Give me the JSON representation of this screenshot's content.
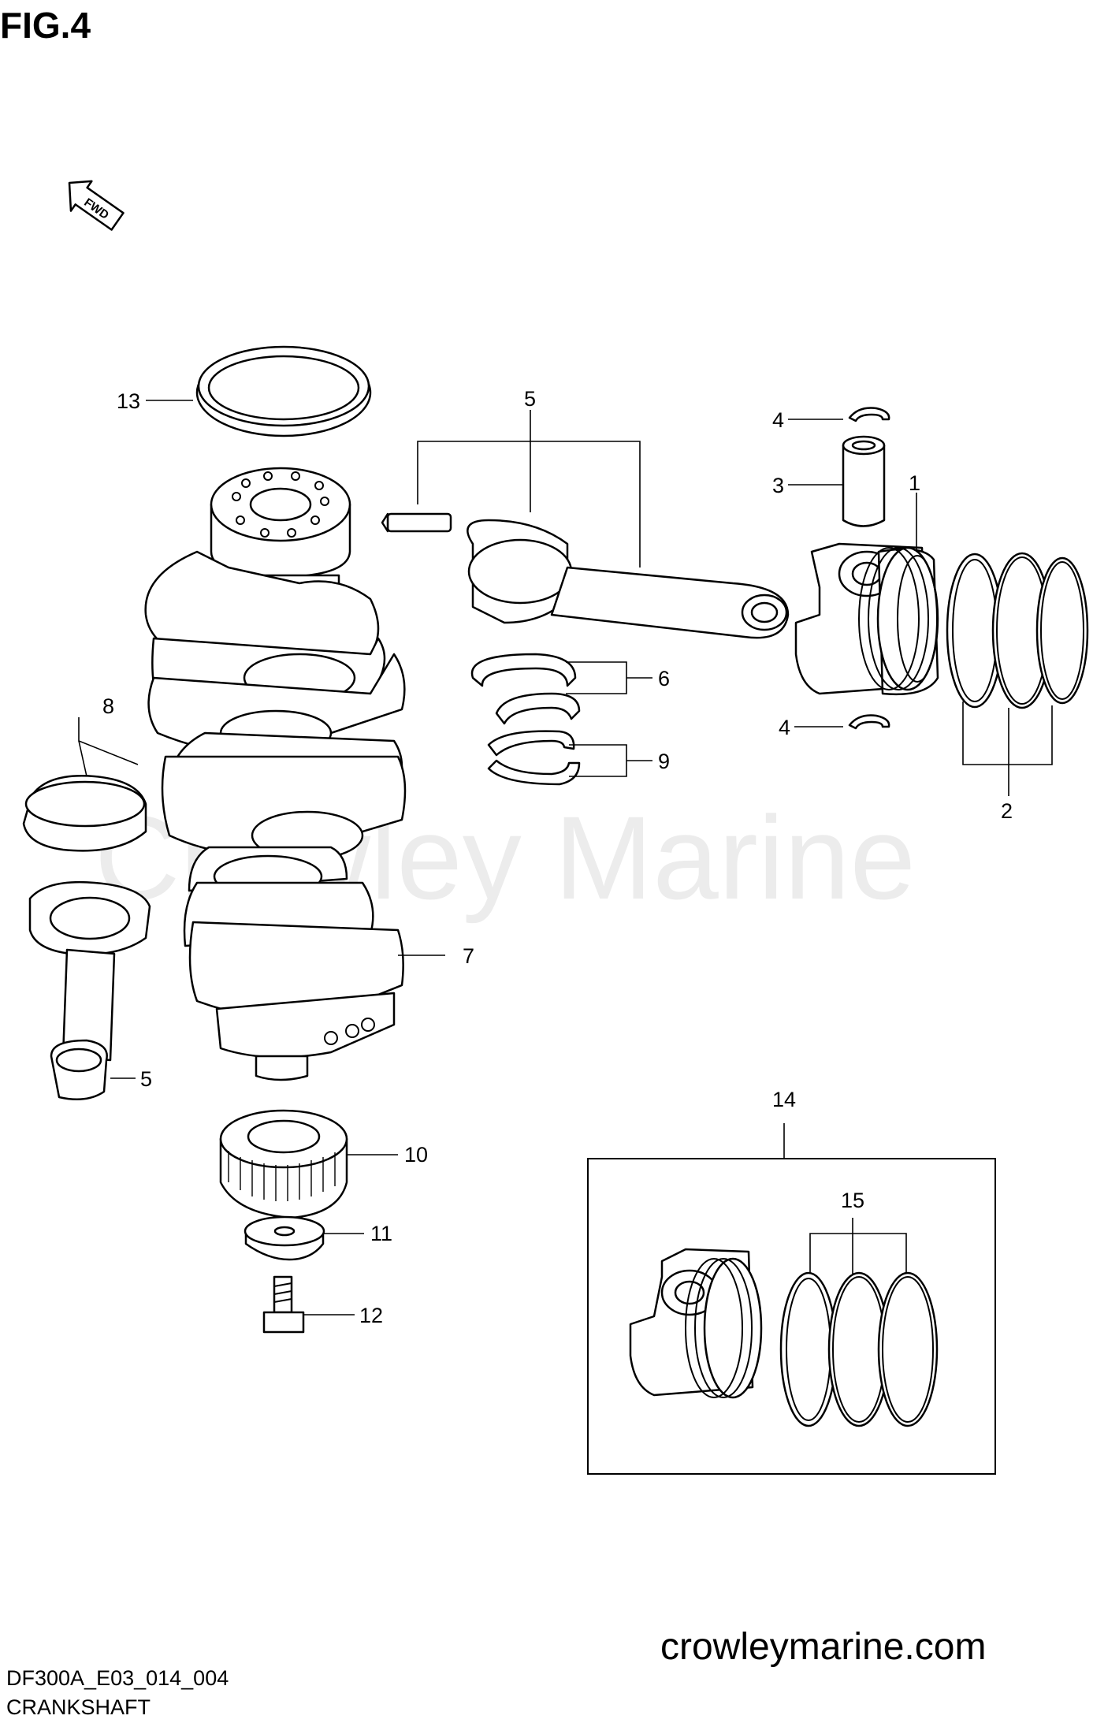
{
  "figure": {
    "title": "FIG.4",
    "fwd_label": "FWD",
    "watermark": "Crowley Marine",
    "footer_code": "DF300A_E03_014_004",
    "footer_name": "CRANKSHAFT",
    "website": "crowleymarine.com"
  },
  "callouts": {
    "c1": "1",
    "c2": "2",
    "c3": "3",
    "c4a": "4",
    "c4b": "4",
    "c5a": "5",
    "c5b": "5",
    "c6": "6",
    "c7": "7",
    "c8": "8",
    "c9": "9",
    "c10": "10",
    "c11": "11",
    "c12": "12",
    "c13": "13",
    "c14": "14",
    "c15": "15"
  }
}
